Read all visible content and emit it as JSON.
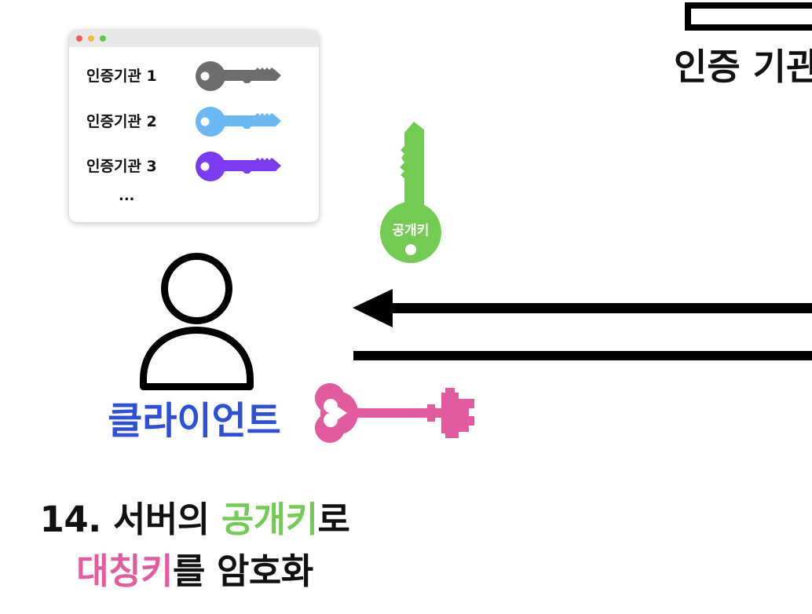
{
  "ca_window": {
    "titlebar_dot_colors": [
      "#ec5f57",
      "#f2bc3d",
      "#5fc64f"
    ],
    "items": [
      {
        "label": "인증기관 1",
        "key_icon": "key-icon",
        "key_color": "#6d6d6d"
      },
      {
        "label": "인증기관 2",
        "key_icon": "key-icon",
        "key_color": "#6bb7f3"
      },
      {
        "label": "인증기관 3",
        "key_icon": "key-icon",
        "key_color": "#7b3cf1"
      }
    ],
    "more_label": "..."
  },
  "certificate_authority": {
    "label": "인증 기관"
  },
  "public_key": {
    "icon": "key-icon",
    "label": "공개키",
    "color": "#74cb53"
  },
  "client": {
    "icon": "person-icon",
    "label": "클라이언트",
    "label_color": "#2e4fd8"
  },
  "arrows": {
    "color": "#000000"
  },
  "symmetric_key": {
    "icon": "key-icon",
    "color": "#e15b9e"
  },
  "caption": {
    "line1": [
      {
        "text": "14. 서버의 ",
        "color": "#111111"
      },
      {
        "text": "공개키",
        "color": "#74cb53"
      },
      {
        "text": "로",
        "color": "#111111"
      }
    ],
    "line2": [
      {
        "text": "대칭키",
        "color": "#e15b9e"
      },
      {
        "text": "를 암호화",
        "color": "#111111"
      }
    ]
  }
}
